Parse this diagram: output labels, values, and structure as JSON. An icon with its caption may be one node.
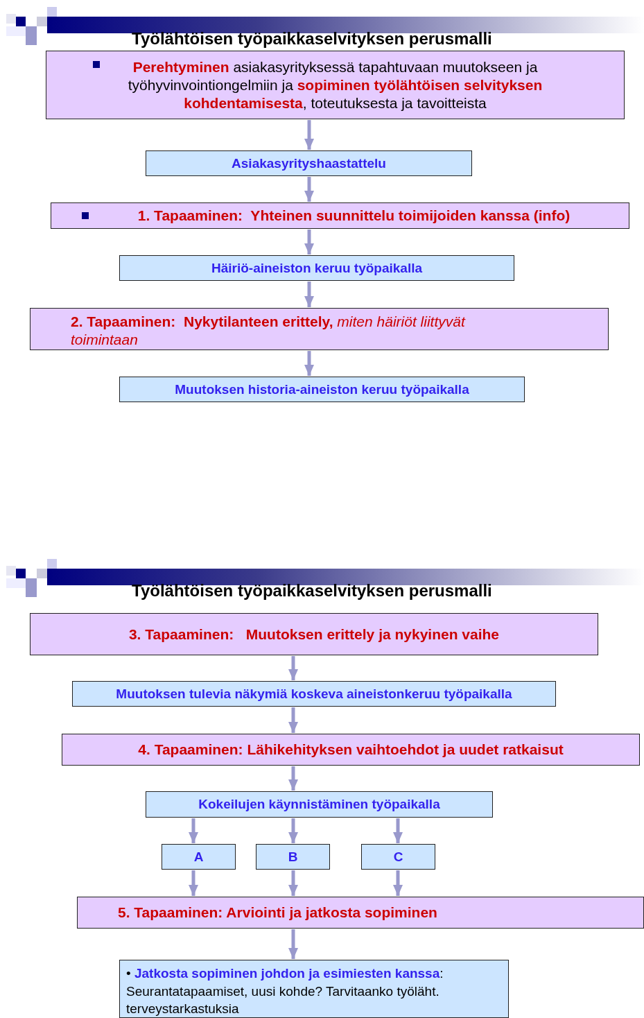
{
  "diagram": {
    "title": "Työlähtöisen työpaikkaselvityksen perusmalli",
    "nodes": [
      {
        "text": [
          "**Perehtyminen** asiakasyrityksessä tapahtuvaan muutokseen ja työhyvinvointiongelmiin  ja **sopiminen työlähtöisen selvityksen kohdentamisesta**, toteutuksesta ja tavoitteista"
        ]
      },
      {
        "text": [
          "Asiakasyrityshaastattelu"
        ]
      },
      {
        "text": [
          "1. Tapaaminen:  Yhteinen suunnittelu toimijoiden kanssa (info)"
        ]
      },
      {
        "text": [
          "Häiriö-aineiston keruu työpaikalla"
        ]
      },
      {
        "text": [
          "2. Tapaaminen:  Nykytilanteen erittely, *miten häiriöt liittyvät toimintaan*"
        ]
      },
      {
        "text": [
          "Muutoksen historia-aineiston keruu työpaikalla"
        ]
      },
      {
        "text": [
          "3. Tapaaminen:   Muutoksen erittely ja nykyinen vaihe"
        ]
      },
      {
        "text": [
          "Muutoksen tulevia näkymiä koskeva aineistonkeruu työpaikalla"
        ]
      },
      {
        "text": [
          "4. Tapaaminen: Lähikehityksen vaihtoehdot ja uudet ratkaisut"
        ]
      },
      {
        "text": [
          "Kokeilujen käynnistäminen työpaikalla"
        ]
      },
      {
        "text": [
          "A"
        ]
      },
      {
        "text": [
          "B"
        ]
      },
      {
        "text": [
          "C"
        ]
      },
      {
        "text": [
          "5. Tapaaminen: Arviointi ja jatkosta sopiminen"
        ]
      },
      {
        "text": [
          "• **Jatkosta sopiminen johdon ja esimiesten kanssa**: Seurantatapaamiset, uusi kohde? Tarvitaanko työläht. terveystarkastuksia"
        ]
      }
    ],
    "edges": [
      {
        "from": 0,
        "to": 1,
        "arrow": "to"
      },
      {
        "from": 1,
        "to": 2,
        "arrow": "to"
      },
      {
        "from": 2,
        "to": 3,
        "arrow": "to"
      },
      {
        "from": 3,
        "to": 4,
        "arrow": "to"
      },
      {
        "from": 4,
        "to": 5,
        "arrow": "to"
      },
      {
        "from": 6,
        "to": 7,
        "arrow": "to"
      },
      {
        "from": 7,
        "to": 8,
        "arrow": "to"
      },
      {
        "from": 8,
        "to": 9,
        "arrow": "to"
      },
      {
        "from": 9,
        "to": 10,
        "arrow": "to"
      },
      {
        "from": 9,
        "to": 11,
        "arrow": "to"
      },
      {
        "from": 9,
        "to": 12,
        "arrow": "to"
      },
      {
        "from": 10,
        "to": 13,
        "arrow": "to"
      },
      {
        "from": 11,
        "to": 13,
        "arrow": "to"
      },
      {
        "from": 12,
        "to": 13,
        "arrow": "to"
      },
      {
        "from": 13,
        "to": 14,
        "arrow": "to"
      }
    ],
    "labels": [
      "Työlähtöisen työpaikkaselvityksen perusmalli"
    ]
  }
}
